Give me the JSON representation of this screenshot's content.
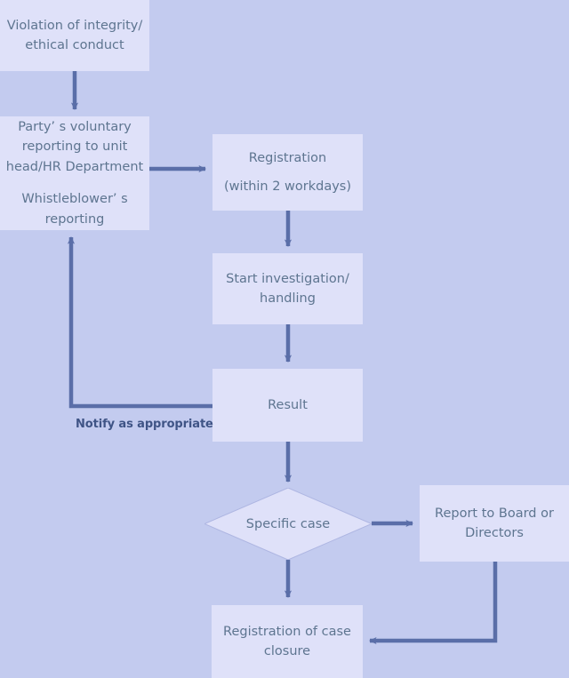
{
  "diagram": {
    "title": "Integrity and Ethical Conduct Violation Handling Flowchart",
    "type": "flowchart",
    "colors": {
      "background": "#c3cbef",
      "node_fill": "#dfe1f9",
      "node_text": "#5e7590",
      "connector": "#5a6ea8",
      "edge_label_text": "#3f5486"
    },
    "nodes": [
      {
        "id": "violation",
        "shape": "rectangle",
        "lines": [
          "Violation of integrity/",
          "ethical conduct"
        ]
      },
      {
        "id": "reporting",
        "shape": "rectangle",
        "paragraphs": [
          [
            "Party’ s voluntary",
            "reporting to unit",
            "head/HR Department"
          ],
          [
            "Whistleblower’ s",
            "reporting"
          ]
        ]
      },
      {
        "id": "registration",
        "shape": "rectangle",
        "lines": [
          "Registration",
          "(within 2 workdays)"
        ]
      },
      {
        "id": "investigation",
        "shape": "rectangle",
        "lines": [
          "Start investigation/",
          "handling"
        ]
      },
      {
        "id": "result",
        "shape": "rectangle",
        "lines": [
          "Result"
        ]
      },
      {
        "id": "specific-case",
        "shape": "diamond",
        "lines": [
          "Specific case"
        ]
      },
      {
        "id": "report-board",
        "shape": "rectangle",
        "lines": [
          "Report to Board or",
          "Directors"
        ]
      },
      {
        "id": "case-closure",
        "shape": "rectangle",
        "lines": [
          "Registration of case",
          "closure"
        ]
      }
    ],
    "edges": [
      {
        "id": "violation-to-reporting",
        "from": "violation",
        "to": "reporting",
        "label": ""
      },
      {
        "id": "reporting-to-registration",
        "from": "reporting",
        "to": "registration",
        "label": ""
      },
      {
        "id": "registration-to-investigation",
        "from": "registration",
        "to": "investigation",
        "label": ""
      },
      {
        "id": "investigation-to-result",
        "from": "investigation",
        "to": "result",
        "label": ""
      },
      {
        "id": "result-to-reporting",
        "from": "result",
        "to": "reporting",
        "label": "Notify as appropriate"
      },
      {
        "id": "result-to-specific-case",
        "from": "result",
        "to": "specific-case",
        "label": ""
      },
      {
        "id": "specific-case-to-report-board",
        "from": "specific-case",
        "to": "report-board",
        "label": ""
      },
      {
        "id": "specific-case-to-case-closure",
        "from": "specific-case",
        "to": "case-closure",
        "label": ""
      },
      {
        "id": "report-board-to-case-closure",
        "from": "report-board",
        "to": "case-closure",
        "label": ""
      }
    ],
    "labels": {
      "notify": "Notify as appropriate"
    },
    "text": {
      "violation_l1": "Violation of integrity/",
      "violation_l2": "ethical conduct",
      "reporting_p1_l1": "Party’ s voluntary",
      "reporting_p1_l2": "reporting to unit",
      "reporting_p1_l3": "head/HR Department",
      "reporting_p2_l1": "Whistleblower’ s",
      "reporting_p2_l2": "reporting",
      "registration_l1": "Registration",
      "registration_l2": "(within 2 workdays)",
      "investigation_l1": "Start investigation/",
      "investigation_l2": "handling",
      "result_l1": "Result",
      "specific_case_l1": "Specific case",
      "report_board_l1": "Report to Board or",
      "report_board_l2": "Directors",
      "case_closure_l1": "Registration of case",
      "case_closure_l2": "closure"
    }
  }
}
